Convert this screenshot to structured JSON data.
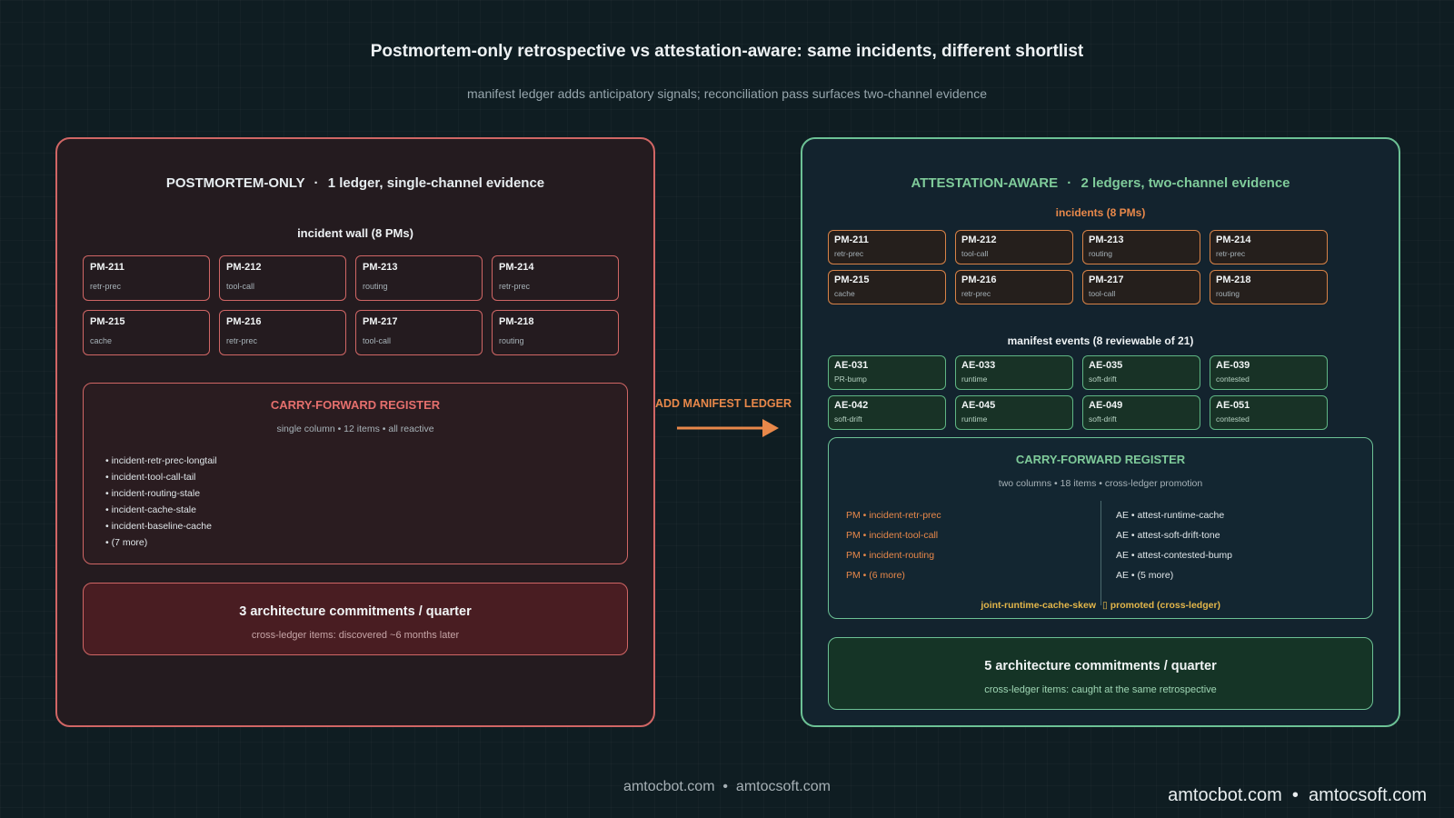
{
  "title": "Postmortem-only retrospective vs attestation-aware: same incidents, different shortlist",
  "subtitle": "manifest ledger adds anticipatory signals; reconciliation pass surfaces two-channel evidence",
  "left": {
    "header_mode": "POSTMORTEM-ONLY",
    "header_sep": "·",
    "header_desc": "1 ledger, single-channel evidence",
    "wall_label": "incident wall (8 PMs)",
    "incidents": [
      {
        "id": "PM-211",
        "tag": "retr-prec"
      },
      {
        "id": "PM-212",
        "tag": "tool-call"
      },
      {
        "id": "PM-213",
        "tag": "routing"
      },
      {
        "id": "PM-214",
        "tag": "retr-prec"
      },
      {
        "id": "PM-215",
        "tag": "cache"
      },
      {
        "id": "PM-216",
        "tag": "retr-prec"
      },
      {
        "id": "PM-217",
        "tag": "tool-call"
      },
      {
        "id": "PM-218",
        "tag": "routing"
      }
    ],
    "register": {
      "title": "CARRY-FORWARD REGISTER",
      "subtitle": "single column • 12 items • all reactive",
      "items": [
        "• incident-retr-prec-longtail",
        "• incident-tool-call-tail",
        "• incident-routing-stale",
        "• incident-cache-stale",
        "• incident-baseline-cache",
        "• (7 more)"
      ]
    },
    "outcome": {
      "main": "3 architecture commitments / quarter",
      "sub": "cross-ledger items: discovered ~6 months later"
    }
  },
  "arrow_label": "ADD MANIFEST LEDGER",
  "right": {
    "header_mode": "ATTESTATION-AWARE",
    "header_sep": "·",
    "header_desc": "2 ledgers, two-channel evidence",
    "incidents_label": "incidents (8 PMs)",
    "incidents": [
      {
        "id": "PM-211",
        "tag": "retr-prec"
      },
      {
        "id": "PM-212",
        "tag": "tool-call"
      },
      {
        "id": "PM-213",
        "tag": "routing"
      },
      {
        "id": "PM-214",
        "tag": "retr-prec"
      },
      {
        "id": "PM-215",
        "tag": "cache"
      },
      {
        "id": "PM-216",
        "tag": "retr-prec"
      },
      {
        "id": "PM-217",
        "tag": "tool-call"
      },
      {
        "id": "PM-218",
        "tag": "routing"
      }
    ],
    "manifest_label": "manifest events (8 reviewable of 21)",
    "events": [
      {
        "id": "AE-031",
        "tag": "PR-bump"
      },
      {
        "id": "AE-033",
        "tag": "runtime"
      },
      {
        "id": "AE-035",
        "tag": "soft-drift"
      },
      {
        "id": "AE-039",
        "tag": "contested"
      },
      {
        "id": "AE-042",
        "tag": "soft-drift"
      },
      {
        "id": "AE-045",
        "tag": "runtime"
      },
      {
        "id": "AE-049",
        "tag": "soft-drift"
      },
      {
        "id": "AE-051",
        "tag": "contested"
      }
    ],
    "register": {
      "title": "CARRY-FORWARD REGISTER",
      "subtitle": "two columns • 18 items • cross-ledger promotion",
      "pm_items": [
        "PM • incident-retr-prec",
        "PM • incident-tool-call",
        "PM • incident-routing",
        "PM • (6 more)"
      ],
      "ae_items": [
        "AE • attest-runtime-cache",
        "AE • attest-soft-drift-tone",
        "AE • attest-contested-bump",
        "AE • (5 more)"
      ],
      "promoted_left": "joint-runtime-cache-skew",
      "promoted_right": "▯ promoted (cross-ledger)"
    },
    "outcome": {
      "main": "5 architecture commitments / quarter",
      "sub": "cross-ledger items: caught at the same retrospective"
    }
  },
  "footer_center": "amtocbot.com  •  amtocsoft.com",
  "footer_right": "amtocbot.com  •  amtocsoft.com",
  "colors": {
    "background": "#0f1d22",
    "postmortem_accent": "#d06665",
    "attestation_accent": "#6cc195",
    "arrow": "#e8884a",
    "promoted": "#e3b64a"
  }
}
